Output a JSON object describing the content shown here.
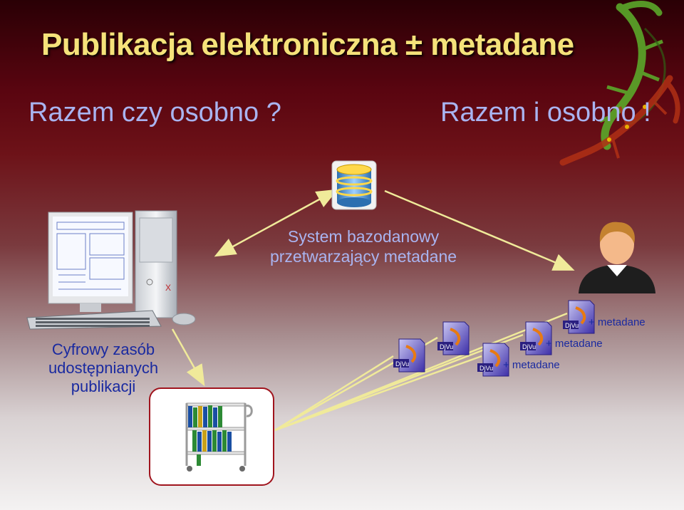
{
  "slide": {
    "title": "Publikacja elektroniczna ± metadane",
    "question": "Razem czy osobno ?",
    "answer": "Razem i osobno !",
    "database_label": "System bazodanowy\nprzetwarzający metadane",
    "resource_label": "Cyfrowy zasób\nudostępnianych\npublikacji",
    "meta_labels": [
      "+ metadane",
      "+ metadane",
      "+ metadane"
    ],
    "djvu_label": "DjVu",
    "computer_logo": "X"
  },
  "icons": [
    "lizard-icon",
    "database-icon",
    "computer-icon",
    "person-icon",
    "bookshelf-cart-icon",
    "djvu-file-icon"
  ],
  "colors": {
    "title": "#f5e27a",
    "subtitle": "#a9b4f0",
    "label_dark": "#1a2aa0",
    "arrow": "#f0ea9a"
  }
}
